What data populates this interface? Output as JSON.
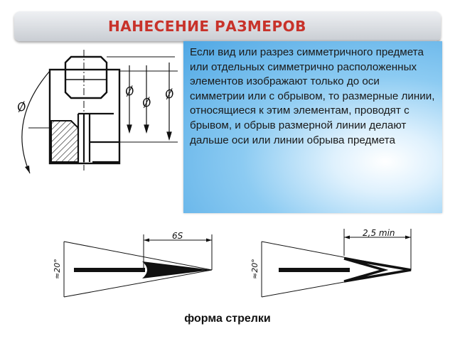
{
  "header": {
    "title": "НАНЕСЕНИЕ РАЗМЕРОВ"
  },
  "description": {
    "text": "Если вид или разрез симметричного предмета или отдельных симметрично расположенных элементов изображают только до оси симметрии или с обрывом, то размерные линии, относящиеся к этим элементам, проводят с брывом, и обрыв размерной  линии  делают дальше оси  или  линии  обрыва предмета"
  },
  "drawing_top": {
    "diameter_symbol": "Ø"
  },
  "arrow_left": {
    "length_label": "6S",
    "angle_label": "≈20°"
  },
  "arrow_right": {
    "length_label": "2,5 min",
    "angle_label": "≈20°"
  },
  "caption": "форма стрелки",
  "colors": {
    "title": "#c8322a",
    "panel_blue": "#4fa7e4",
    "line": "#111111"
  }
}
